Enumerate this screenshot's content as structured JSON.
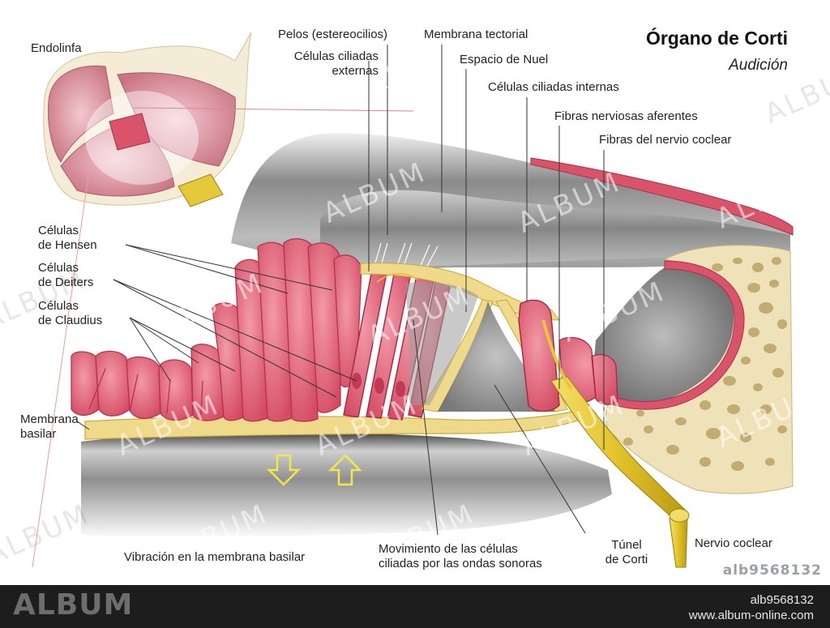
{
  "diagram": {
    "title": "Órgano de Corti",
    "subtitle": "Audición",
    "labels": {
      "endolinfa": "Endolinfa",
      "pelos": "Pelos (estereocilios)",
      "celulas_externas_1": "Células ciliadas",
      "celulas_externas_2": "externas",
      "membrana_tectorial": "Membrana tectorial",
      "espacio_nuel": "Espacio de Nuel",
      "celulas_internas": "Células ciliadas internas",
      "fibras_aferentes": "Fibras nerviosas aferentes",
      "fibras_coclear": "Fibras del nervio coclear",
      "hensen_1": "Células",
      "hensen_2": "de Hensen",
      "deiters_1": "Células",
      "deiters_2": "de Deiters",
      "claudius_1": "Células",
      "claudius_2": "de Claudius",
      "membrana_basilar_1": "Membrana",
      "membrana_basilar_2": "basilar",
      "vibracion": "Vibración en la membrana basilar",
      "movimiento_1": "Movimiento de las células",
      "movimiento_2": "ciliadas por las ondas sonoras",
      "tunel_1": "Túnel",
      "tunel_2": "de Corti",
      "nervio_coclear": "Nervio coclear"
    },
    "colors": {
      "cells": "#d9546a",
      "cell_outline": "#b03048",
      "membrane": "#efd98a",
      "bone": "#efe2b8",
      "nerve": "#e6c93a",
      "gray_dark": "#4a4a4a",
      "arrow": "#f2e84a"
    }
  },
  "watermark": {
    "text": "ALBUM",
    "id_code": "alb9568132"
  },
  "footer": {
    "brand": "ALBUM",
    "image_id": "alb9568132",
    "url": "www.album-online.com"
  }
}
